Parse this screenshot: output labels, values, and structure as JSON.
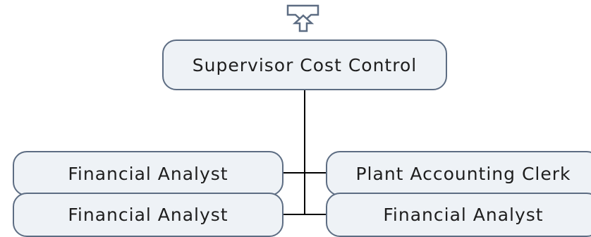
{
  "org_chart": {
    "up_icon": "up-arrow-icon",
    "root": {
      "title": "Supervisor Cost Control"
    },
    "left": [
      {
        "title": "Financial Analyst"
      },
      {
        "title": "Financial Analyst"
      }
    ],
    "right": [
      {
        "title": "Plant Accounting Clerk"
      },
      {
        "title": "Financial Analyst"
      }
    ]
  },
  "colors": {
    "box_fill": "#eef2f6",
    "box_border": "#5d6d83",
    "connector": "#000000"
  }
}
